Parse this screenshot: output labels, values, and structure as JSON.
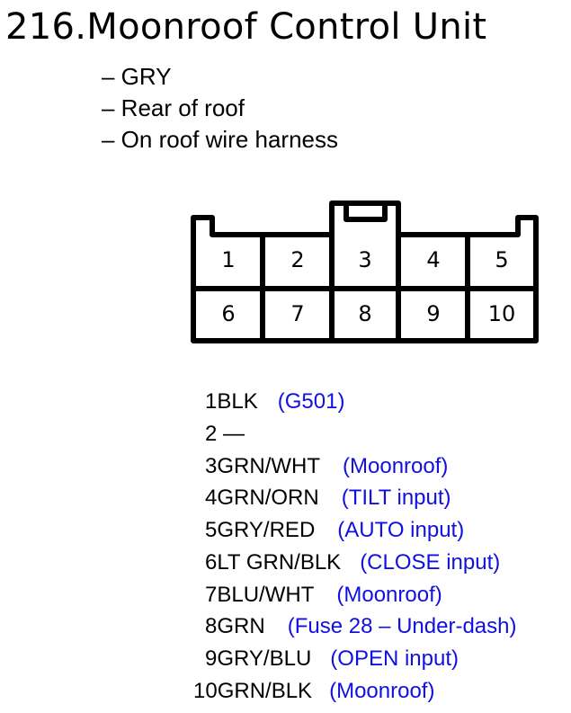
{
  "title": "216.Moonroof Control Unit",
  "notes": [
    "– GRY",
    "– Rear of roof",
    "– On roof wire harness"
  ],
  "connector": {
    "top_row": [
      "1",
      "2",
      "3",
      "4",
      "5"
    ],
    "bottom_row": [
      "6",
      "7",
      "8",
      "9",
      "10"
    ]
  },
  "colors": {
    "wire_text": "#000000",
    "description_text": "#1010e0"
  },
  "pins": [
    {
      "pin": "1",
      "wire": "BLK",
      "desc": "(G501)"
    },
    {
      "pin": "2",
      "wire": " —",
      "desc": ""
    },
    {
      "pin": "3",
      "wire": "GRN/WHT",
      "desc": "(Moonroof)"
    },
    {
      "pin": "4",
      "wire": "GRN/ORN",
      "desc": "(TILT input)"
    },
    {
      "pin": "5",
      "wire": "GRY/RED",
      "desc": "(AUTO input)"
    },
    {
      "pin": "6",
      "wire": "LT GRN/BLK",
      "desc": "(CLOSE input)"
    },
    {
      "pin": "7",
      "wire": "BLU/WHT",
      "desc": "(Moonroof)"
    },
    {
      "pin": "8",
      "wire": "GRN",
      "desc": "(Fuse 28 – Under-dash)"
    },
    {
      "pin": "9",
      "wire": "GRY/BLU",
      "desc": "(OPEN input)"
    },
    {
      "pin": "10",
      "wire": "GRN/BLK",
      "desc": "(Moonroof)"
    }
  ]
}
